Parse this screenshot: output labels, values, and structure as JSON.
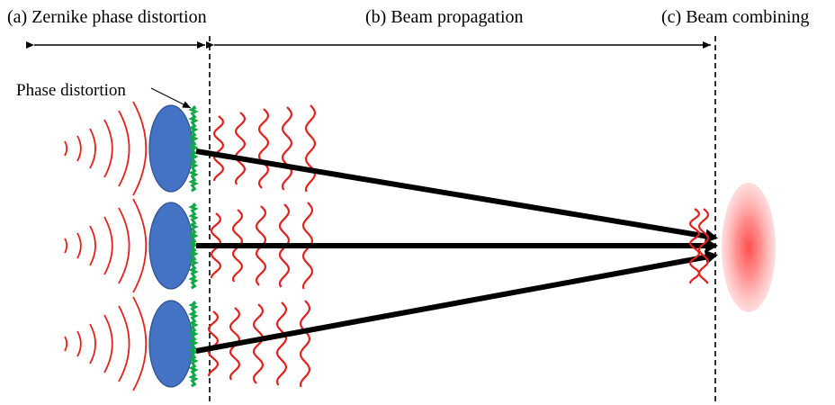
{
  "headers": {
    "section_a": "(a) Zernike phase distortion",
    "section_b": "(b) Beam propagation",
    "section_c": "(c) Beam combining"
  },
  "annotation": {
    "phase_distortion": "Phase distortion"
  },
  "beam_count": 3,
  "colors": {
    "wave": "#e3201b",
    "lens": "#4472c4",
    "lens_stroke": "#2f528f",
    "distortion": "#12a84a",
    "beam": "#000000",
    "divider": "#000000",
    "spot": "#ff5b5b"
  }
}
